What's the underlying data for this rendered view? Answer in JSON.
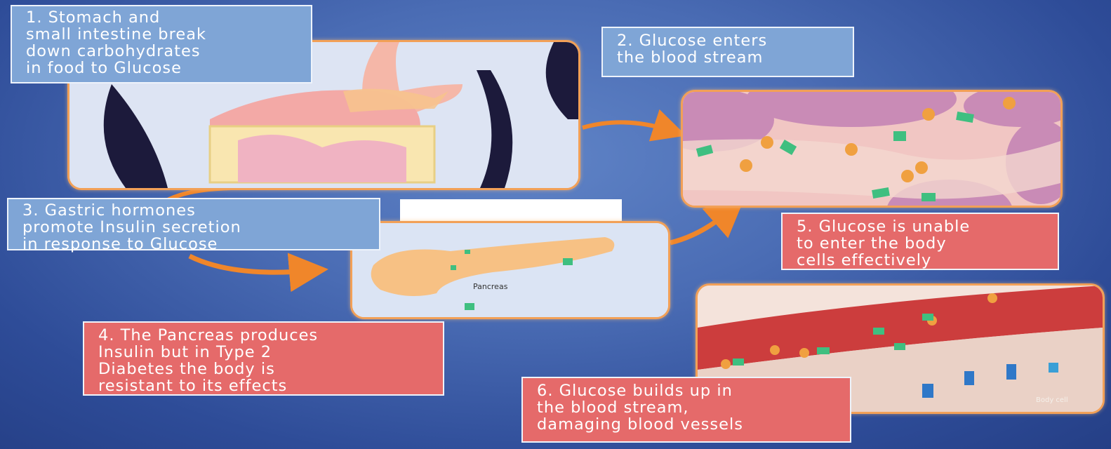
{
  "captions": {
    "step1": "1. Stomach and\nsmall  intestine break\ndown carbohydrates\nin food to Glucose",
    "step2": "2. Glucose enters\nthe blood stream",
    "step3": "3. Gastric hormones\npromote Insulin secretion\nin response to Glucose",
    "step4": "4. The Pancreas produces\nInsulin but  in Type 2\nDiabetes  the body is\nresistant to its effects",
    "step5": "5. Glucose is unable\nto enter the body\ncells effectively",
    "step6": "6. Glucose  builds up in\nthe blood stream,\ndamaging blood vessels"
  },
  "panel_labels": {
    "pancreas": "Pancreas",
    "body_cell": "Body cell"
  },
  "colors": {
    "background": "#3f5fa9",
    "blue_caption": "#7fa5d6",
    "red_caption": "#e56a6a",
    "arrow": "#f0862a",
    "panel_border": "#f2a057"
  }
}
